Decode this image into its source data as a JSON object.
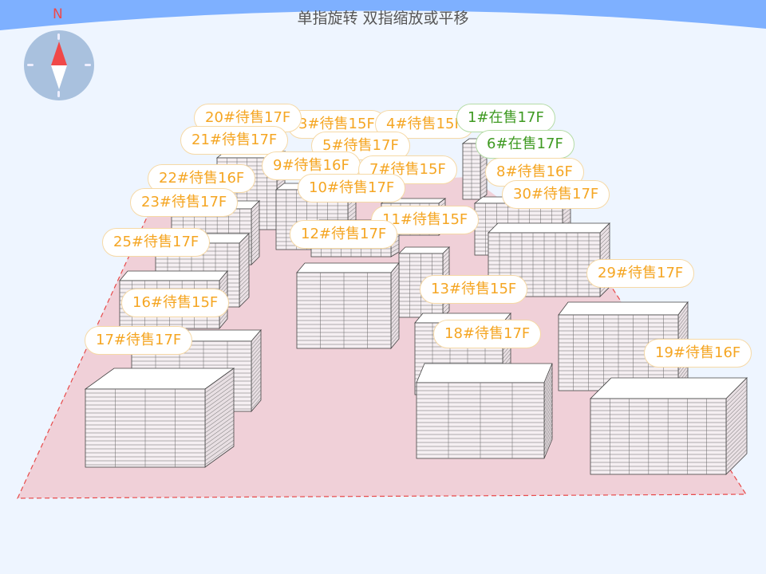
{
  "header": {
    "hint": "单指旋转 双指缩放或平移"
  },
  "compass": {
    "north_label": "N"
  },
  "colors": {
    "sky": "#7eb0ff",
    "ground": "#f0d0d8",
    "for_sale": "#f5a623",
    "on_sale": "#3f9a22",
    "boundary": "#e84a4a"
  },
  "buildings": [
    {
      "label": "3#待售15F",
      "status": "待售"
    },
    {
      "label": "4#待售15F",
      "status": "待售"
    },
    {
      "label": "20#待售17F",
      "status": "待售"
    },
    {
      "label": "1#在售17F",
      "status": "在售"
    },
    {
      "label": "21#待售17F",
      "status": "待售"
    },
    {
      "label": "5#待售17F",
      "status": "待售"
    },
    {
      "label": "6#在售17F",
      "status": "在售"
    },
    {
      "label": "9#待售16F",
      "status": "待售"
    },
    {
      "label": "7#待售15F",
      "status": "待售"
    },
    {
      "label": "22#待售16F",
      "status": "待售"
    },
    {
      "label": "8#待售16F",
      "status": "待售"
    },
    {
      "label": "10#待售17F",
      "status": "待售"
    },
    {
      "label": "30#待售17F",
      "status": "待售"
    },
    {
      "label": "23#待售17F",
      "status": "待售"
    },
    {
      "label": "11#待售15F",
      "status": "待售"
    },
    {
      "label": "12#待售17F",
      "status": "待售"
    },
    {
      "label": "25#待售17F",
      "status": "待售"
    },
    {
      "label": "29#待售17F",
      "status": "待售"
    },
    {
      "label": "13#待售15F",
      "status": "待售"
    },
    {
      "label": "16#待售15F",
      "status": "待售"
    },
    {
      "label": "18#待售17F",
      "status": "待售"
    },
    {
      "label": "17#待售17F",
      "status": "待售"
    },
    {
      "label": "19#待售16F",
      "status": "待售"
    }
  ]
}
